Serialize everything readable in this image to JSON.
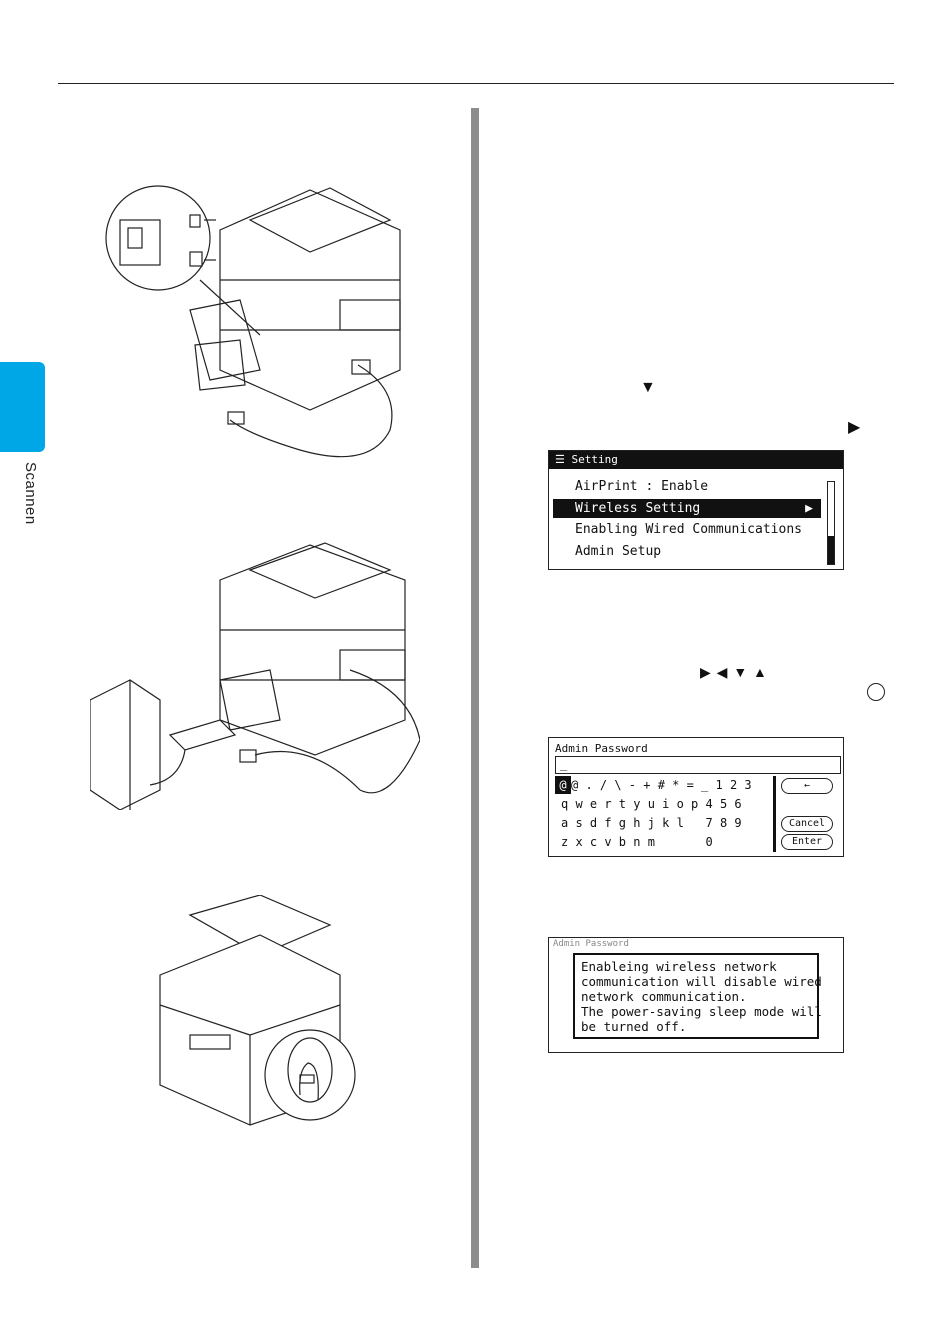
{
  "sidebar": {
    "chapter_label": "Scannen",
    "tab_color": "#00a7e6"
  },
  "glyphs": {
    "down_arrow": "▼",
    "right_arrow": "▶",
    "arrow_set": "▶ ◀ ▼ ▲"
  },
  "setting_screen": {
    "title": "Setting",
    "items": [
      {
        "label": "AirPrint : Enable"
      },
      {
        "label": "Wireless Setting"
      },
      {
        "label": "Enabling Wired Communications"
      },
      {
        "label": "Admin Setup"
      }
    ],
    "selected_index": 1
  },
  "admin_password_screen": {
    "title": "Admin Password",
    "field_value": "_",
    "rows": [
      "@ . / \\ - + # * = _ 1 2 3",
      "q w e r t y u i o p 4 5 6",
      "a s d f g h j k l   7 8 9",
      "z x c v b n m       0    "
    ],
    "backspace_label": "←",
    "cancel_label": "Cancel",
    "enter_label": "Enter"
  },
  "warning_screen": {
    "title": "Admin Password",
    "message": "Enableing wireless network\ncommunication will disable wired\nnetwork communication.\nThe power-saving sleep mode will\nbe turned off."
  }
}
